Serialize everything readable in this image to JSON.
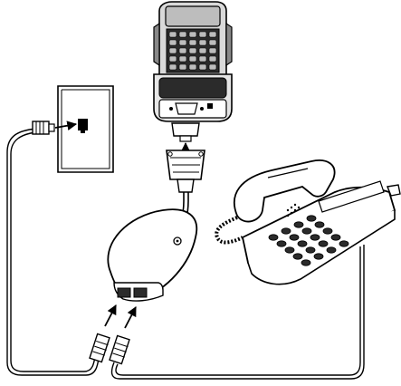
{
  "diagram": {
    "kind": "line-art connection diagram",
    "stroke_color": "#000000",
    "fill_light": "#ffffff",
    "fill_gray": "#bdbdbd",
    "fill_dark": "#2b2b2b",
    "components": {
      "handheld": "handheld-computer",
      "cradle": "cradle-with-serial-port",
      "serial_cable": "db9-serial-cable",
      "modem": "modem-pod",
      "wall_jack": "wall-phone-jack",
      "telephone": "desk-telephone"
    }
  }
}
